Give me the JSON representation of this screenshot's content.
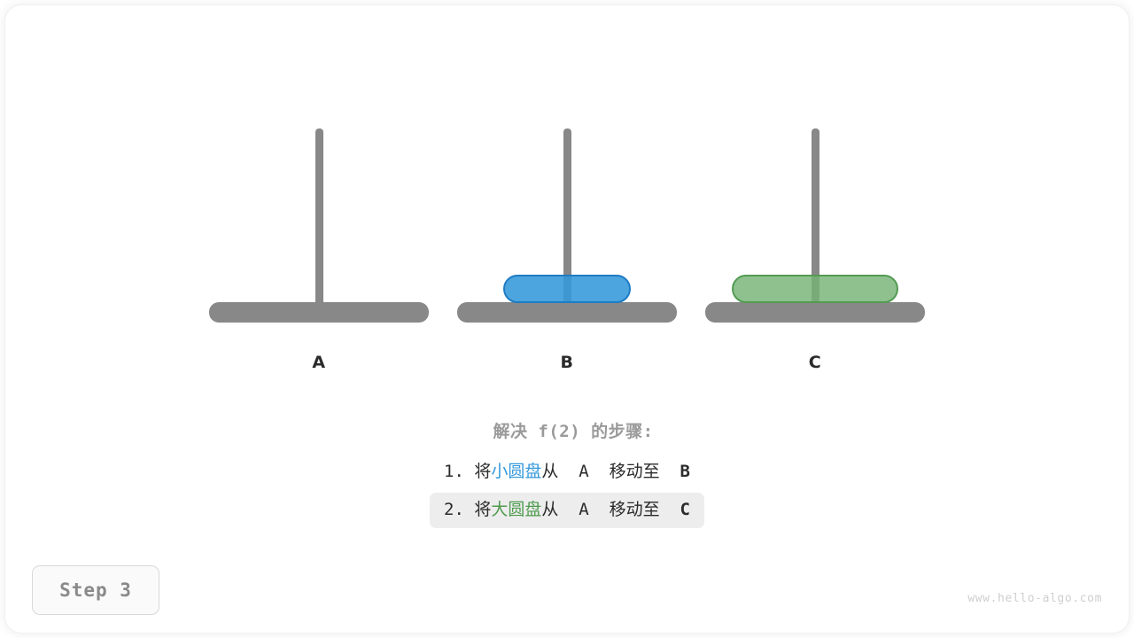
{
  "figure": {
    "watermark": "www.hello-algo.com",
    "step_badge": "Step 3"
  },
  "towers": [
    {
      "label": "A",
      "disks": []
    },
    {
      "label": "B",
      "disks": [
        {
          "size": "small",
          "color": "#3498db",
          "border": "#1f7cc4"
        }
      ]
    },
    {
      "label": "C",
      "disks": [
        {
          "size": "large",
          "color": "#76b376",
          "border": "#539b53"
        }
      ]
    }
  ],
  "caption": {
    "title": "解决 f(2) 的步骤:",
    "steps": [
      {
        "index": "1.",
        "prefix": "将",
        "disk_word": "小圆盘",
        "middle": "从  A  移动至  ",
        "target": "B",
        "active": false
      },
      {
        "index": "2.",
        "prefix": "将",
        "disk_word": "大圆盘",
        "middle": "从  A  移动至  ",
        "target": "C",
        "active": true
      }
    ]
  },
  "colors": {
    "pole": "#888888",
    "base": "#888888",
    "small_disk": "#3498db",
    "large_disk": "#76b376",
    "label": "#2b2b2b",
    "title": "#9a9a9a",
    "highlight_row": "#ededed",
    "watermark": "#cfcfcf"
  }
}
